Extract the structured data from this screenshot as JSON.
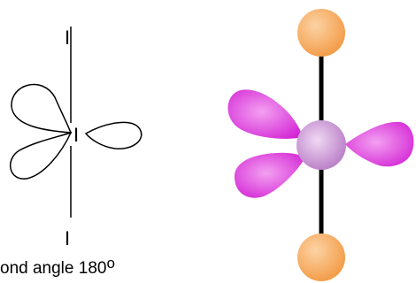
{
  "lewis_structure": {
    "top_atom": "I",
    "central_atom": "I",
    "bottom_atom": "I",
    "lone_pairs": 3,
    "line_color": "#000000"
  },
  "ball_model": {
    "terminal_atom_color": "#f39a45",
    "terminal_atom_highlight": "#fcd3a4",
    "central_atom_color": "#c389cf",
    "central_atom_highlight": "#f0d8f3",
    "lone_pair_color": "#d81fd8",
    "lone_pair_highlight": "#f3a0f1",
    "bond_color": "#000000"
  },
  "caption": {
    "text": "ond angle 180",
    "degree_symbol": "o"
  }
}
